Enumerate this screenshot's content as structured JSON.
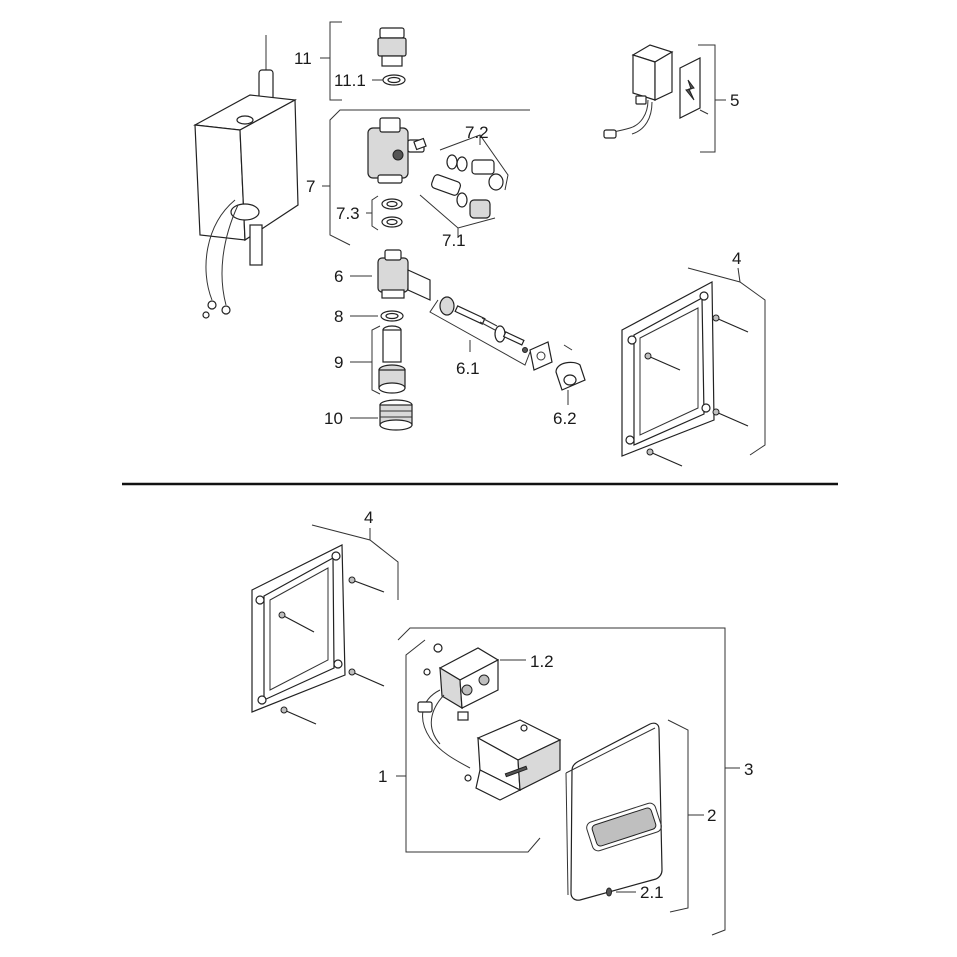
{
  "labels": {
    "p11": "11",
    "p11_1": "11.1",
    "p7": "7",
    "p7_2": "7.2",
    "p7_3": "7.3",
    "p7_1": "7.1",
    "p5": "5",
    "p6": "6",
    "p8": "8",
    "p9": "9",
    "p10": "10",
    "p6_1": "6.1",
    "p6_2": "6.2",
    "p4_top": "4",
    "p4_bottom": "4",
    "p1": "1",
    "p1_2": "1.2",
    "p2": "2",
    "p2_1": "2.1",
    "p3": "3"
  }
}
